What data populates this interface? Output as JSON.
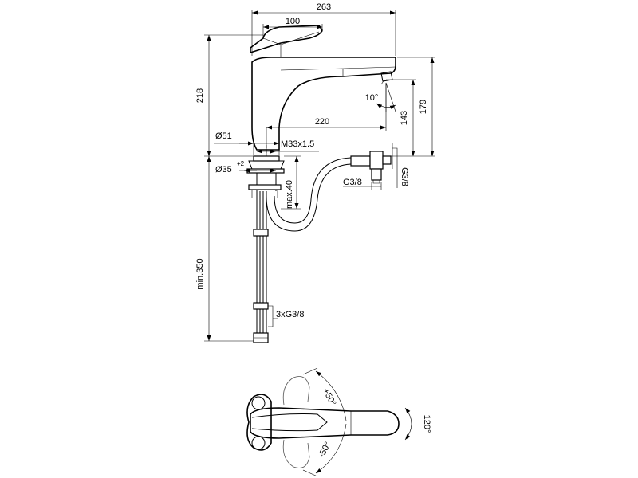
{
  "dimensions": {
    "overall_width": "263",
    "lever_width": "100",
    "total_height": "218",
    "spout_reach": "220",
    "outlet_height": "143",
    "spout_top_height": "179",
    "spout_angle": "10°",
    "base_diameter": "Ø51",
    "thread": "M33x1.5",
    "hole_diameter": "Ø35",
    "hole_tolerance": "+2",
    "max_deck_thickness": "max.40",
    "hose_length": "min.350",
    "hose_connections": "3xG3/8",
    "valve_outlet_horizontal": "G3/8",
    "valve_outlet_vertical": "G3/8",
    "rotation_plus": "+50°",
    "rotation_minus": "-50°",
    "spout_swivel": "120°"
  },
  "colors": {
    "line": "#000000",
    "background": "#ffffff"
  }
}
